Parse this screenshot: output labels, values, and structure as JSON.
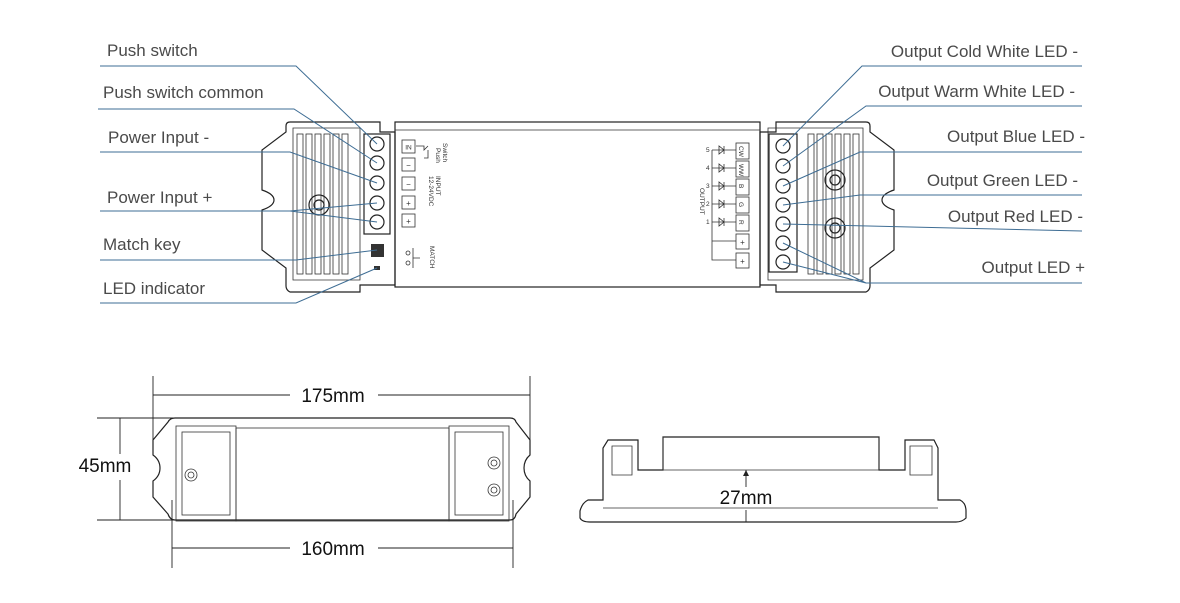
{
  "labels_left": {
    "push_switch": "Push switch",
    "push_switch_common": "Push switch common",
    "power_input_minus": "Power Input -",
    "power_input_plus": "Power Input +",
    "match_key": "Match key",
    "led_indicator": "LED indicator"
  },
  "labels_right": {
    "cold_white": "Output Cold White LED -",
    "warm_white": "Output Warm White LED -",
    "blue": "Output Blue LED -",
    "green": "Output Green LED -",
    "red": "Output Red LED -",
    "led_plus": "Output LED +"
  },
  "device_markings": {
    "push": "Push",
    "switch": "Switch",
    "input": "INPUT",
    "voltage": "12-24VDC",
    "match": "MATCH",
    "output": "OUTPUT",
    "term_in": "IN",
    "term_minus_1": "−",
    "term_minus_2": "−",
    "term_plus_1": "+",
    "term_plus_2": "+",
    "out_cw": "CW",
    "out_ww": "WW",
    "out_b": "B",
    "out_g": "G",
    "out_r": "R",
    "out_plus_1": "+",
    "out_plus_2": "+",
    "ch5": "5",
    "ch4": "4",
    "ch3": "3",
    "ch2": "2",
    "ch1": "1"
  },
  "dimensions": {
    "length": "175mm",
    "width": "45mm",
    "inner_length": "160mm",
    "height": "27mm"
  },
  "colors": {
    "leader": "#3e6d94",
    "outline": "#222222",
    "label_text": "#4a4a4a"
  }
}
